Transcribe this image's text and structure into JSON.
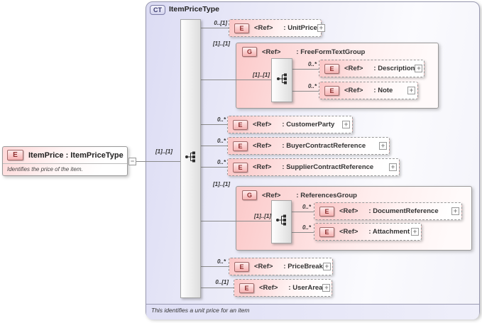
{
  "glyphs": {
    "plus": "+",
    "minus": "−"
  },
  "colors": {
    "accent_pink": "#fbc6c6",
    "container_lavender": "#dcdcf4",
    "icon_red": "#8e2e2e"
  },
  "item_price": {
    "icon": "E",
    "title": "ItemPrice : ItemPriceType",
    "annotation": "Identifies the price of the item.",
    "cardinality": "[1]..[1]"
  },
  "type": {
    "badge": "CT",
    "name": "ItemPriceType",
    "annotation": "This identifies a unit price for  an item"
  },
  "rows": {
    "unit_price": {
      "cardinality": "0..[1]",
      "icon": "E",
      "ref": "<Ref>",
      "name": ": UnitPrice"
    },
    "free_form_text_group": {
      "cardinality": "[1]..[1]",
      "icon": "G",
      "ref": "<Ref>",
      "name": ": FreeFormTextGroup",
      "inner_cardinality": "[1]..[1]"
    },
    "description": {
      "cardinality": "0..*",
      "icon": "E",
      "ref": "<Ref>",
      "name": ": Description"
    },
    "note": {
      "cardinality": "0..*",
      "icon": "E",
      "ref": "<Ref>",
      "name": ": Note"
    },
    "customer_party": {
      "cardinality": "0..*",
      "icon": "E",
      "ref": "<Ref>",
      "name": ": CustomerParty"
    },
    "buyer_contract_reference": {
      "cardinality": "0..*",
      "icon": "E",
      "ref": "<Ref>",
      "name": ": BuyerContractReference"
    },
    "supplier_contract_reference": {
      "cardinality": "0..*",
      "icon": "E",
      "ref": "<Ref>",
      "name": ": SupplierContractReference"
    },
    "references_group": {
      "cardinality": "[1]..[1]",
      "icon": "G",
      "ref": "<Ref>",
      "name": ": ReferencesGroup",
      "inner_cardinality": "[1]..[1]"
    },
    "document_reference": {
      "cardinality": "0..*",
      "icon": "E",
      "ref": "<Ref>",
      "name": ": DocumentReference"
    },
    "attachment": {
      "cardinality": "0..*",
      "icon": "E",
      "ref": "<Ref>",
      "name": ": Attachment"
    },
    "price_break": {
      "cardinality": "0..*",
      "icon": "E",
      "ref": "<Ref>",
      "name": ": PriceBreak"
    },
    "user_area": {
      "cardinality": "0..[1]",
      "icon": "E",
      "ref": "<Ref>",
      "name": ": UserArea"
    }
  }
}
